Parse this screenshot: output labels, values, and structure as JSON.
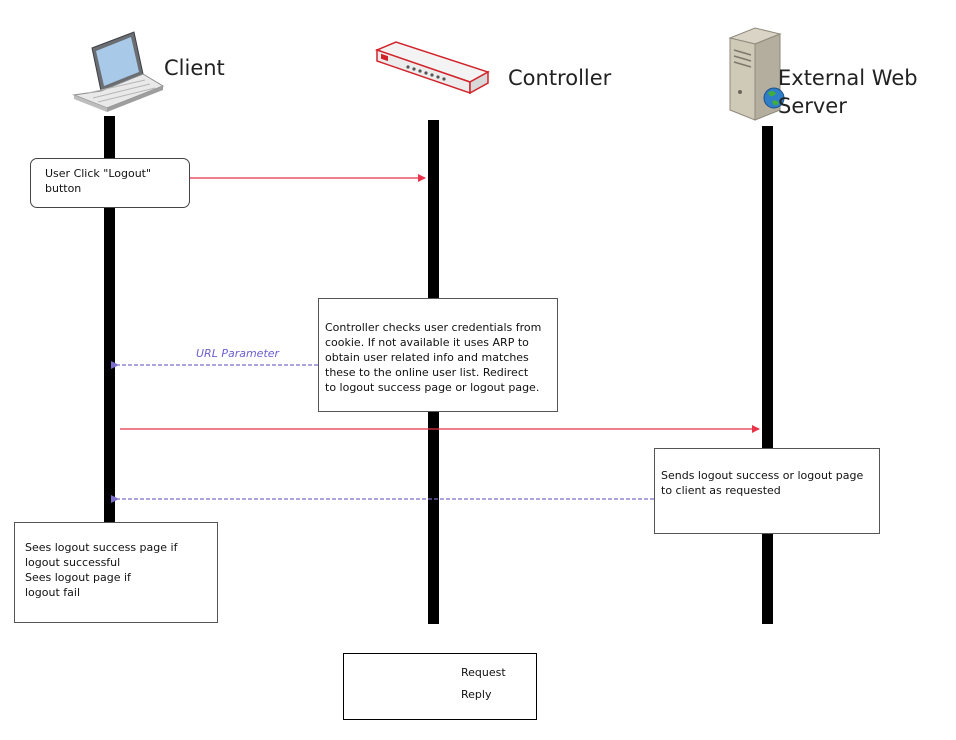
{
  "actors": {
    "client": {
      "label": "Client",
      "icon": "laptop-icon"
    },
    "controller": {
      "label": "Controller",
      "icon": "router-icon"
    },
    "server": {
      "label_line1": "External Web",
      "label_line2": "Server",
      "icon": "web-server-icon"
    }
  },
  "notes": {
    "logout_click": "User Click \"Logout\"\nbutton",
    "controller_check": "Controller checks user credentials from\ncookie. If not available it uses ARP to\nobtain user related info and matches\nthese to the online user list. Redirect\nto logout success page or logout page.",
    "server_send": "Sends logout success or logout page\n to client as requested",
    "client_result": "Sees logout success page if\nlogout successful\nSees logout page if\nlogout fail"
  },
  "messages": {
    "url_parameter": "URL Parameter"
  },
  "legend": {
    "request": "Request",
    "reply": "Reply"
  },
  "colors": {
    "request": "#e8334a",
    "reply": "#7b6fd0"
  }
}
